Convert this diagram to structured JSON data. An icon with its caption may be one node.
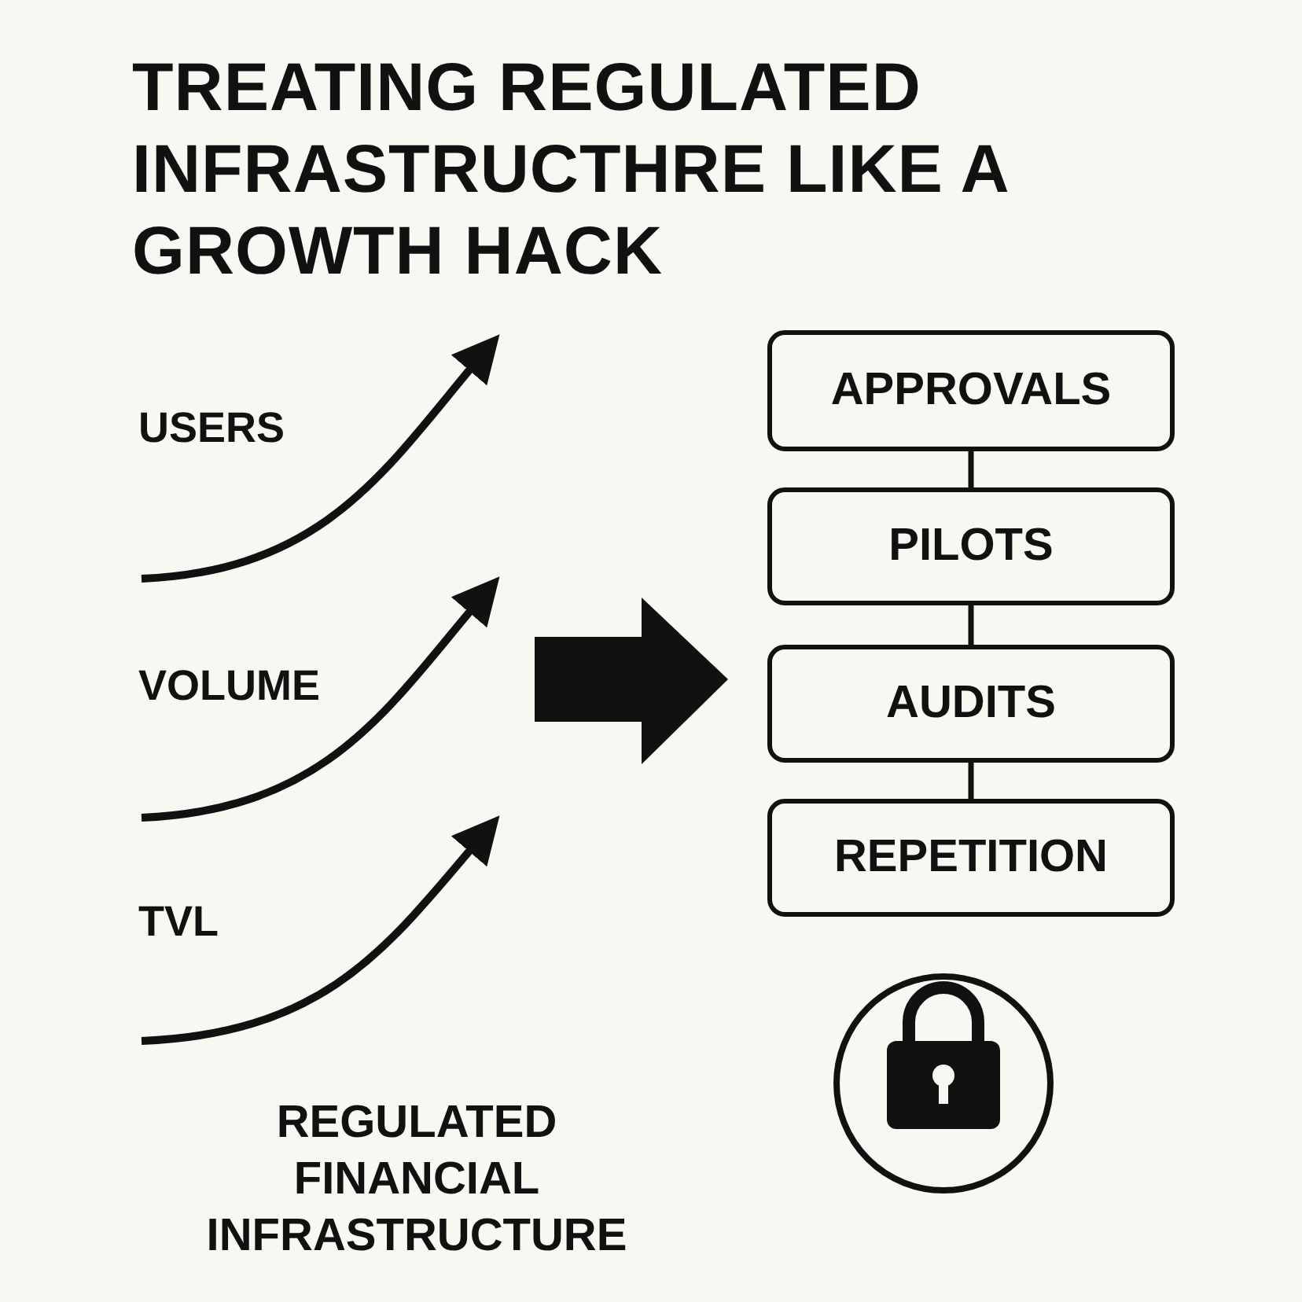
{
  "diagram": {
    "title": "TREATING REGULATED INFRASTRUCTHRE LIKE A GROWTH HACK",
    "nodes": [
      {
        "text": [
          "APPROVALS"
        ]
      },
      {
        "text": [
          "PILOTS"
        ]
      },
      {
        "text": [
          "AUDITS"
        ]
      },
      {
        "text": [
          "REPETITION"
        ]
      }
    ],
    "edges": [
      {
        "from": 0,
        "to": 1,
        "arrow": "none"
      },
      {
        "from": 1,
        "to": 2,
        "arrow": "none"
      },
      {
        "from": 2,
        "to": 3,
        "arrow": "none"
      }
    ],
    "labels": [
      "USERS",
      "VOLUME",
      "TVL",
      "REGULATED FINANCIAL INFRASTRUCTURE"
    ]
  }
}
